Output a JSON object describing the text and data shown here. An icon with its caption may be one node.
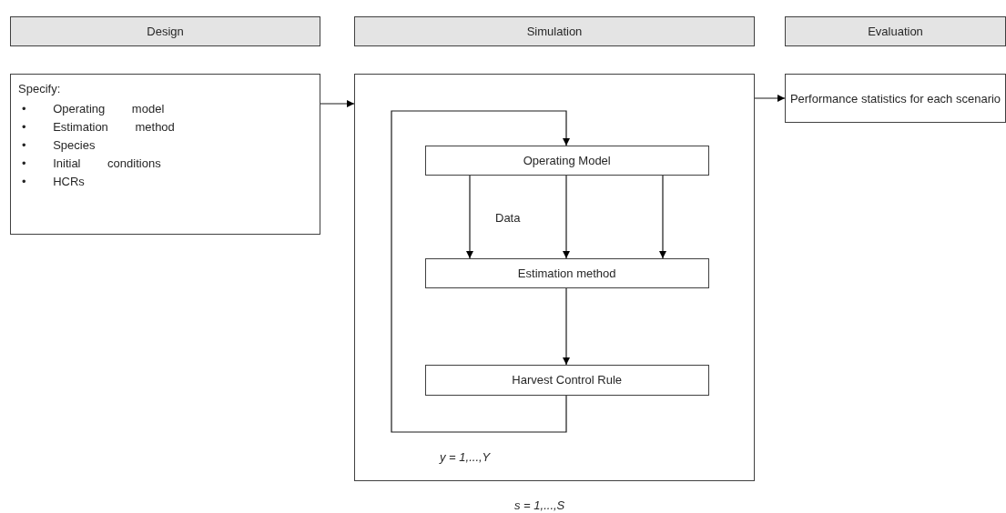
{
  "diagram": {
    "nodes": [
      {
        "text": [
          "Design"
        ]
      },
      {
        "text": [
          "Simulation"
        ]
      },
      {
        "text": [
          "Evaluation"
        ]
      },
      {
        "text": [
          "Specify:",
          "• Operating model",
          "• Estimation method",
          "• Species",
          "• Initial conditions",
          "• HCRs"
        ]
      },
      {
        "text": [],
        "shape": "box"
      },
      {
        "text": [
          "Operating Model"
        ],
        "in": 4
      },
      {
        "text": [
          "Estimation method"
        ],
        "in": 4
      },
      {
        "text": [
          "Harvest Control Rule"
        ],
        "in": 4
      },
      {
        "text": [
          "Performance statistics for each scenario"
        ]
      }
    ],
    "edges": [
      {
        "from": 3,
        "to": 4,
        "arrow": "to"
      },
      {
        "from": 4,
        "to": 8,
        "arrow": "to"
      },
      {
        "from": 5,
        "to": 6,
        "arrow": "to"
      },
      {
        "from": 5,
        "to": 6,
        "arrow": "to"
      },
      {
        "from": 5,
        "to": 6,
        "arrow": "to"
      },
      {
        "from": 6,
        "to": 7,
        "arrow": "to"
      },
      {
        "from": 7,
        "to": 5,
        "arrow": "to"
      }
    ],
    "labels": [
      "Data",
      "y = 1,...,Y",
      "s = 1,...,S"
    ]
  }
}
